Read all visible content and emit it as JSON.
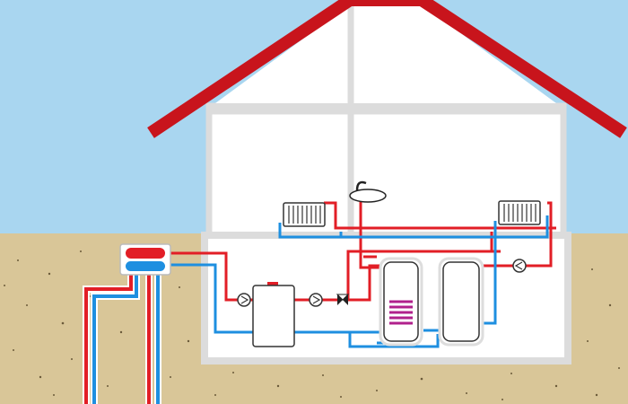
{
  "diagram": {
    "labels": [],
    "components": [
      {
        "name": "heat-pump-unit",
        "icon": "heat-pump-icon"
      },
      {
        "name": "boiler",
        "icon": "boiler-icon"
      },
      {
        "name": "hot-water-storage-tank",
        "icon": "tank-icon"
      },
      {
        "name": "buffer-tank",
        "icon": "tank-icon"
      },
      {
        "name": "radiator-left",
        "icon": "radiator-icon"
      },
      {
        "name": "radiator-right",
        "icon": "radiator-icon"
      },
      {
        "name": "sink-tap",
        "icon": "faucet-icon"
      },
      {
        "name": "three-way-valve",
        "icon": "valve-icon"
      },
      {
        "name": "circulation-pump",
        "icon": "pump-icon"
      }
    ],
    "colors": {
      "sky": "#a9d6f0",
      "ground": "#d8c597",
      "roof": "#c8141c",
      "wall": "#dcdcdc",
      "interior": "#ffffff",
      "hot_pipe": "#e21e26",
      "cold_pipe": "#1e8fe0"
    }
  }
}
